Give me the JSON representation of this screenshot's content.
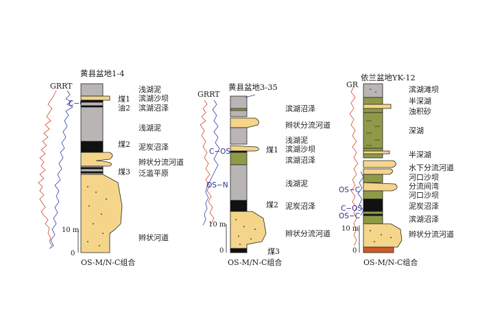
{
  "columns": [
    {
      "title": "黄县盆地1-4",
      "log_label": "GRRT",
      "scale_label": "10 m",
      "scale_zero": "0",
      "combo_label": "OS-M/N-C组合",
      "coal_labels": [
        "煤1",
        "油2",
        "煤2",
        "煤3"
      ],
      "annotations": [
        "C−C"
      ],
      "facies": [
        "浅湖泥",
        "滨湖沙坝",
        "滨湖沼泽",
        "浅湖泥",
        "泥炭沼泽",
        "辫状分流河道",
        "泛滥平原",
        "辫状河道"
      ]
    },
    {
      "title": "黄县盆地3-35",
      "log_label": "GRRT",
      "scale_label": "10 m",
      "scale_zero": "0",
      "combo_label": "OS-M/N-C组合",
      "coal_labels": [
        "煤1",
        "煤2",
        "煤3"
      ],
      "annotations": [
        "C−OS",
        "OS−N"
      ],
      "facies": [
        "滨湖沼泽",
        "辫状分流河道",
        "浅湖泥",
        "滨湖沙坝",
        "滨湖沼泽",
        "浅湖泥",
        "泥炭沼泽",
        "辫状分流河道"
      ]
    },
    {
      "title": "依兰盆地YK-12",
      "log_label": "GR",
      "scale_label": "10 m",
      "scale_zero": "0",
      "combo_label": "OS-M/N-C组合",
      "coal_labels": [],
      "annotations": [
        "OS−C",
        "C−OS",
        "OS−C"
      ],
      "facies": [
        "滨湖滩坝",
        "半深湖",
        "浊积砂",
        "深湖",
        "半深湖",
        "水下分流河道",
        "河口沙坝",
        "分流间湾",
        "河口沙坝",
        "泥炭沼泽",
        "滨湖沼泽",
        "辫状分流河道"
      ]
    }
  ],
  "colors": {
    "sand": "#f4d58a",
    "mud": "#b9b5b5",
    "coal": "#111111",
    "mixed_layer": "#8f9a48",
    "conglomerate": "#cf5a2a",
    "curve_red": "#d3452b",
    "curve_blue": "#2a3aa8",
    "annotation": "#2b2a8c"
  }
}
